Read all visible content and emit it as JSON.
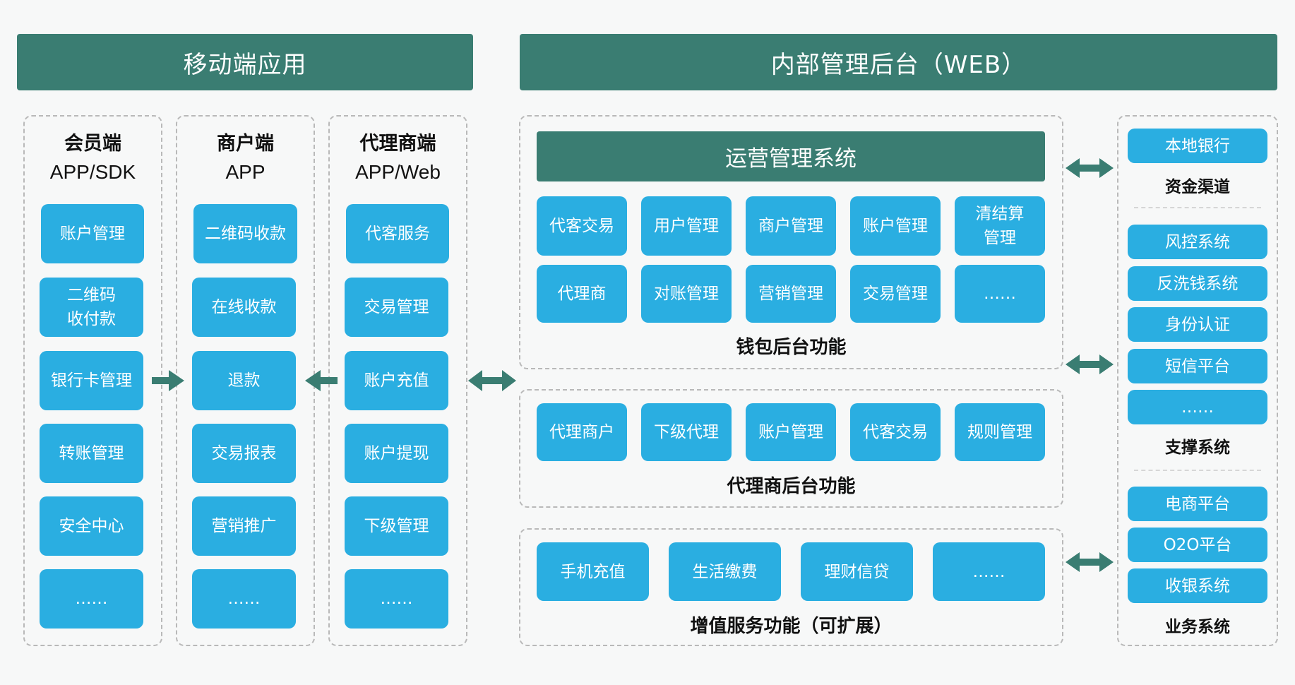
{
  "colors": {
    "header": "#3a7d72",
    "module": "#2aaee1",
    "arrow": "#3a7d72"
  },
  "headers": {
    "mobile": "移动端应用",
    "web": "内部管理后台（WEB）"
  },
  "mobile": {
    "member": {
      "title": "会员端",
      "subtitle": "APP/SDK",
      "items": [
        "账户管理",
        "二维码\n收付款",
        "银行卡管理",
        "转账管理",
        "安全中心",
        "……"
      ]
    },
    "merchant": {
      "title": "商户端",
      "subtitle": "APP",
      "items": [
        "二维码收款",
        "在线收款",
        "退款",
        "交易报表",
        "营销推广",
        "……"
      ]
    },
    "agent": {
      "title": "代理商端",
      "subtitle": "APP/Web",
      "items": [
        "代客服务",
        "交易管理",
        "账户充值",
        "账户提现",
        "下级管理",
        "……"
      ]
    }
  },
  "web": {
    "ops": {
      "title": "运营管理系统",
      "row1": [
        "代客交易",
        "用户管理",
        "商户管理",
        "账户管理",
        "清结算\n管理"
      ],
      "row2": [
        "代理商",
        "对账管理",
        "营销管理",
        "交易管理",
        "……"
      ],
      "label": "钱包后台功能"
    },
    "agent": {
      "items": [
        "代理商户",
        "下级代理",
        "账户管理",
        "代客交易",
        "规则管理"
      ],
      "label": "代理商后台功能"
    },
    "vas": {
      "items": [
        "手机充值",
        "生活缴费",
        "理财信贷",
        "……"
      ],
      "label": "增值服务功能（可扩展）"
    }
  },
  "right": {
    "funds": {
      "items": [
        "本地银行"
      ],
      "label": "资金渠道"
    },
    "support": {
      "items": [
        "风控系统",
        "反洗钱系统",
        "身份认证",
        "短信平台",
        "……"
      ],
      "label": "支撑系统"
    },
    "business": {
      "items": [
        "电商平台",
        "O2O平台",
        "收银系统"
      ],
      "label": "业务系统"
    }
  }
}
